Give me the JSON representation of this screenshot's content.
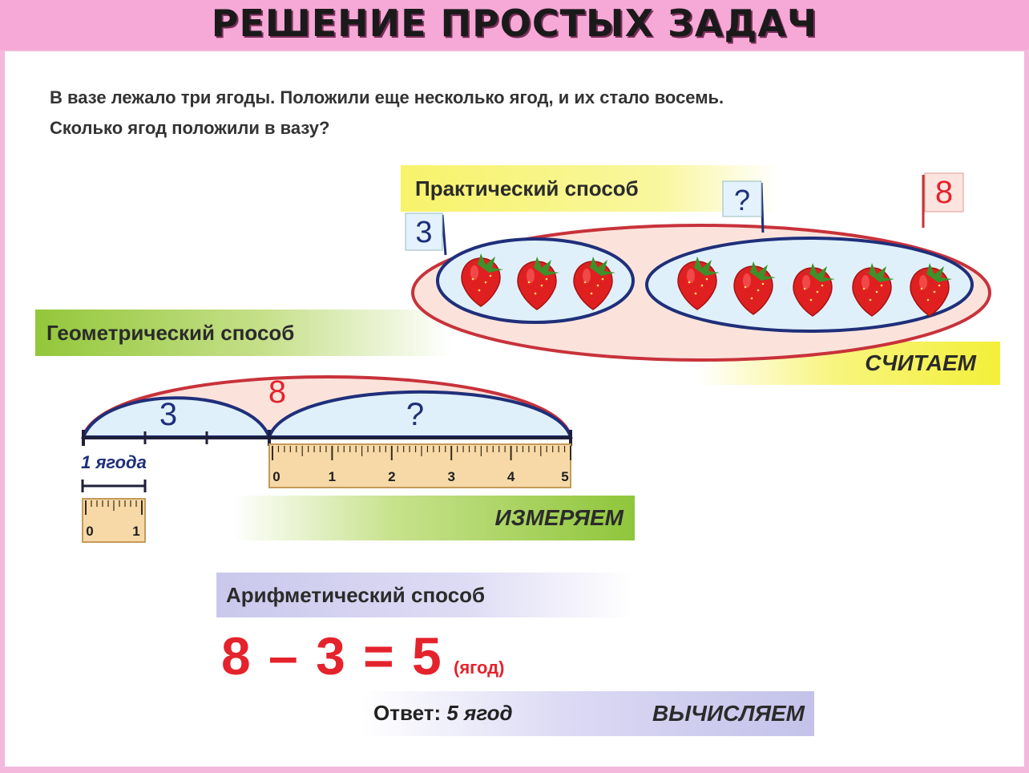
{
  "title": "РЕШЕНИЕ ПРОСТЫХ ЗАДАЧ",
  "problem": {
    "line1": "В вазе лежало три ягоды. Положили еще несколько ягод, и их стало восемь.",
    "line2": "Сколько ягод положили в вазу?"
  },
  "practical": {
    "title": "Практический способ",
    "flag_left": "3",
    "flag_middle": "?",
    "flag_total": "8",
    "action": "СЧИТАЕМ",
    "group_left_count": 3,
    "group_right_count": 5
  },
  "geometric": {
    "title": "Геометрический способ",
    "arc_left": "3",
    "arc_right": "?",
    "arc_total": "8",
    "unit_label": "1 ягода",
    "long_ruler_ticks": [
      "0",
      "1",
      "2",
      "3",
      "4",
      "5"
    ],
    "small_ruler_ticks": [
      "0",
      "1"
    ],
    "action": "ИЗМЕРЯЕМ"
  },
  "arithmetic": {
    "title": "Арифметический способ",
    "equation": "8 – 3 = 5",
    "unit": "(ягод)",
    "answer_label": "Ответ:",
    "answer_value": "5 ягод",
    "action": "ВЫЧИСЛЯЕМ"
  },
  "colors": {
    "accent_red": "#e4232c",
    "arc_blue": "#1f2f7a",
    "berry_red": "#e02020",
    "leaf_green": "#3f8f2a"
  }
}
